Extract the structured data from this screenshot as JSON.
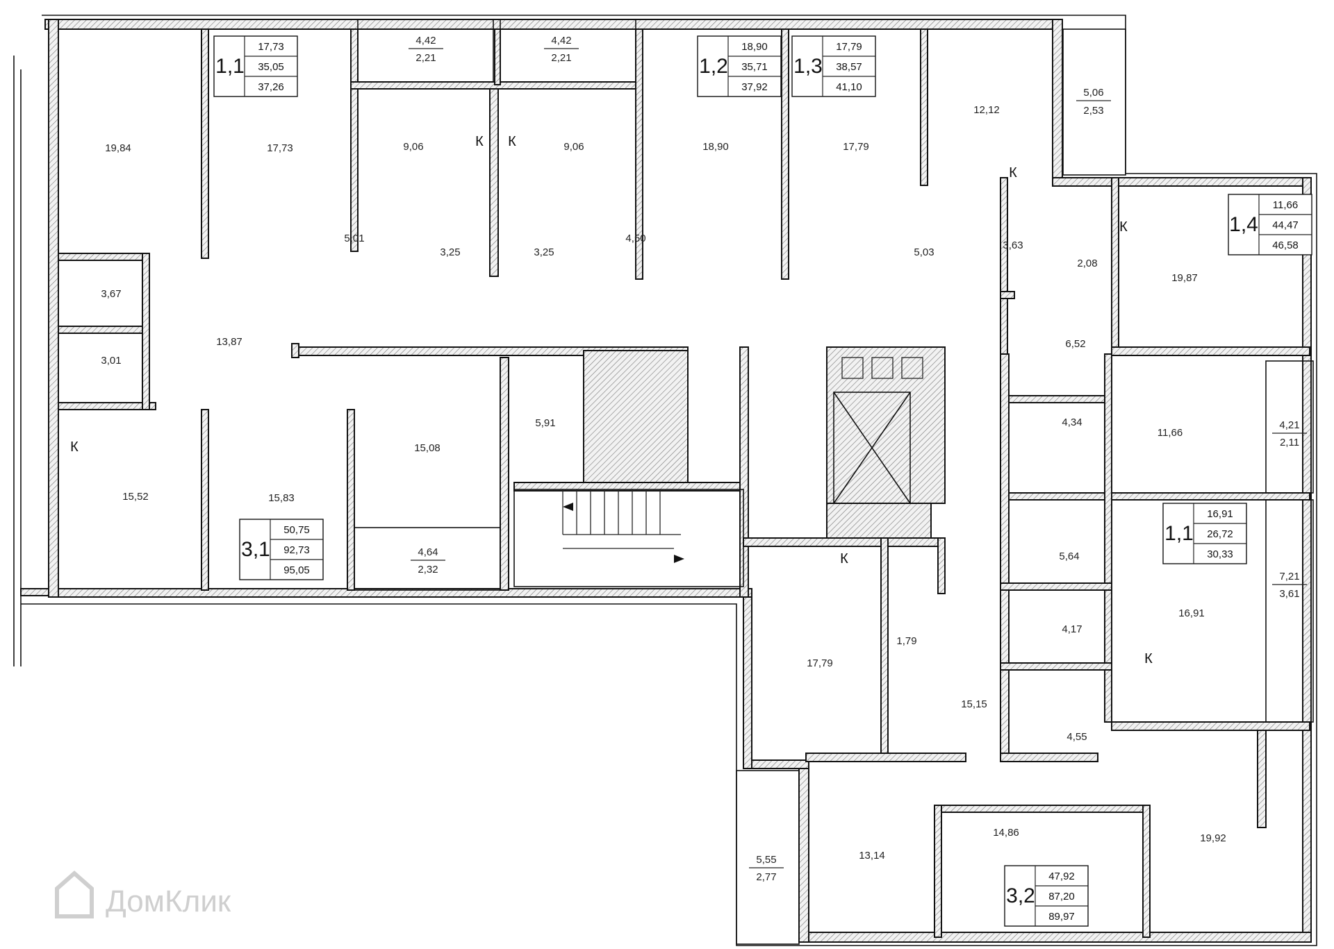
{
  "watermark": "ДомКлик",
  "kitchen_mark": "К",
  "rooms": [
    "19,84",
    "17,73",
    "9,06",
    "9,06",
    "18,90",
    "17,79",
    "12,12",
    "5,01",
    "3,25",
    "3,25",
    "4,50",
    "5,03",
    "3,63",
    "2,08",
    "19,87",
    "3,67",
    "3,01",
    "13,87",
    "15,52",
    "15,83",
    "15,08",
    "5,91",
    "6,52",
    "4,34",
    "11,66",
    "5,64",
    "16,91",
    "4,17",
    "17,79",
    "1,79",
    "15,15",
    "4,55",
    "13,14",
    "14,86",
    "19,92"
  ],
  "balconies": [
    {
      "a": "4,42",
      "b": "2,21"
    },
    {
      "a": "4,42",
      "b": "2,21"
    },
    {
      "a": "5,06",
      "b": "2,53"
    },
    {
      "a": "4,64",
      "b": "2,32"
    },
    {
      "a": "4,21",
      "b": "2,11"
    },
    {
      "a": "7,21",
      "b": "3,61"
    },
    {
      "a": "5,55",
      "b": "2,77"
    }
  ],
  "apartments": [
    {
      "code": "1,1",
      "v1": "17,73",
      "v2": "35,05",
      "v3": "37,26"
    },
    {
      "code": "1,2",
      "v1": "18,90",
      "v2": "35,71",
      "v3": "37,92"
    },
    {
      "code": "1,3",
      "v1": "17,79",
      "v2": "38,57",
      "v3": "41,10"
    },
    {
      "code": "1,4",
      "v1": "11,66",
      "v2": "44,47",
      "v3": "46,58"
    },
    {
      "code": "3,1",
      "v1": "50,75",
      "v2": "92,73",
      "v3": "95,05"
    },
    {
      "code": "1,1",
      "v1": "16,91",
      "v2": "26,72",
      "v3": "30,33"
    },
    {
      "code": "3,2",
      "v1": "47,92",
      "v2": "87,20",
      "v3": "89,97"
    }
  ]
}
